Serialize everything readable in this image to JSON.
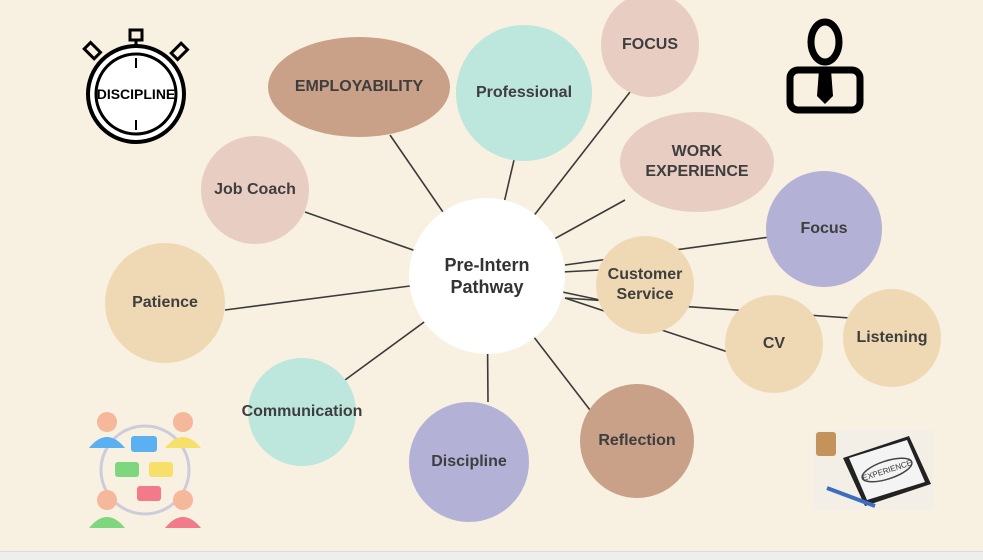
{
  "center": {
    "label": "Pre-Intern Pathway",
    "color": "#ffffff"
  },
  "nodes": [
    {
      "id": "employability",
      "label": "EMPLOYABILITY",
      "color": "#c9a088"
    },
    {
      "id": "professional",
      "label": "Professional",
      "color": "#bde6dc"
    },
    {
      "id": "focus-top",
      "label": "FOCUS",
      "color": "#e8cdc2"
    },
    {
      "id": "work-experience",
      "label": "WORK EXPERIENCE",
      "color": "#e8cdc2"
    },
    {
      "id": "focus",
      "label": "Focus",
      "color": "#b3b2d6"
    },
    {
      "id": "customer-service",
      "label": "Customer Service",
      "color": "#efd9b4"
    },
    {
      "id": "listening",
      "label": "Listening",
      "color": "#efd9b4"
    },
    {
      "id": "cv",
      "label": "CV",
      "color": "#efd9b4"
    },
    {
      "id": "reflection",
      "label": "Reflection",
      "color": "#c9a088"
    },
    {
      "id": "discipline",
      "label": "Discipline",
      "color": "#b3b2d6"
    },
    {
      "id": "communication",
      "label": "Communication",
      "color": "#bde6dc"
    },
    {
      "id": "patience",
      "label": "Patience",
      "color": "#efd9b4"
    },
    {
      "id": "job-coach",
      "label": "Job Coach",
      "color": "#e8cdc2"
    }
  ],
  "icons": {
    "stopwatch_text": "DISCIPLINE",
    "tablet_text": "EXPERIENCE"
  }
}
